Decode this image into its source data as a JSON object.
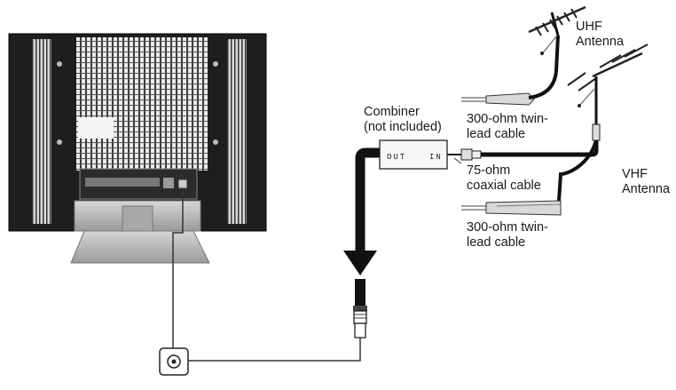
{
  "labels": {
    "uhf_line1": "UHF",
    "uhf_line2": "Antenna",
    "vhf_line1": "VHF",
    "vhf_line2": "Antenna",
    "combiner_line1": "Combiner",
    "combiner_line2": "(not included)",
    "combiner_out": "OUT",
    "combiner_in": "IN",
    "twin_lead_top_line1": "300-ohm twin-",
    "twin_lead_top_line2": "lead cable",
    "coax_line1": "75-ohm",
    "coax_line2": "coaxial cable",
    "twin_lead_bottom_line1": "300-ohm twin-",
    "twin_lead_bottom_line2": "lead cable"
  },
  "colors": {
    "tv_body": "#1c1c1c",
    "grille": "#e8e8e8",
    "stand": "#b5b5b5",
    "cable": "#111111",
    "line": "#333333"
  }
}
